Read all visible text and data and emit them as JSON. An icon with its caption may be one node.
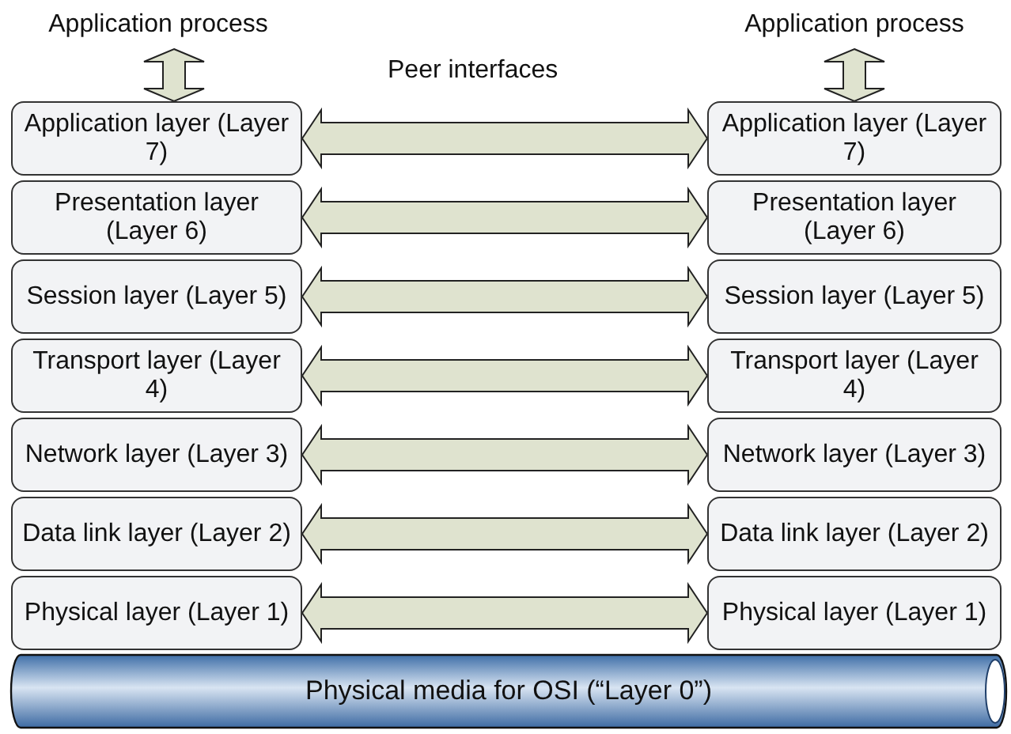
{
  "diagram": {
    "nodes": [
      {
        "text": [
          "Application process"
        ]
      },
      {
        "text": [
          "Application process"
        ]
      },
      {
        "text": [
          "Application layer (Layer 7)"
        ]
      },
      {
        "text": [
          "Presentation layer (Layer 6)"
        ]
      },
      {
        "text": [
          "Session layer (Layer 5)"
        ]
      },
      {
        "text": [
          "Transport layer (Layer 4)"
        ]
      },
      {
        "text": [
          "Network layer (Layer 3)"
        ]
      },
      {
        "text": [
          "Data link layer (Layer 2)"
        ]
      },
      {
        "text": [
          "Physical layer (Layer 1)"
        ]
      },
      {
        "text": [
          "Application layer (Layer 7)"
        ]
      },
      {
        "text": [
          "Presentation layer (Layer 6)"
        ]
      },
      {
        "text": [
          "Session layer (Layer 5)"
        ]
      },
      {
        "text": [
          "Transport layer (Layer 4)"
        ]
      },
      {
        "text": [
          "Network layer (Layer 3)"
        ]
      },
      {
        "text": [
          "Data link layer (Layer 2)"
        ]
      },
      {
        "text": [
          "Physical layer (Layer 1)"
        ]
      },
      {
        "text": [
          "Physical media for OSI (“Layer 0”)"
        ]
      }
    ],
    "edges": [
      {
        "from": 0,
        "to": 2,
        "arrow": "both"
      },
      {
        "from": 1,
        "to": 9,
        "arrow": "both"
      },
      {
        "from": 2,
        "to": 9,
        "arrow": "both"
      },
      {
        "from": 3,
        "to": 10,
        "arrow": "both"
      },
      {
        "from": 4,
        "to": 11,
        "arrow": "both"
      },
      {
        "from": 5,
        "to": 12,
        "arrow": "both"
      },
      {
        "from": 6,
        "to": 13,
        "arrow": "both"
      },
      {
        "from": 7,
        "to": 14,
        "arrow": "both"
      },
      {
        "from": 8,
        "to": 15,
        "arrow": "both"
      }
    ],
    "labels": [
      "Peer interfaces"
    ]
  }
}
